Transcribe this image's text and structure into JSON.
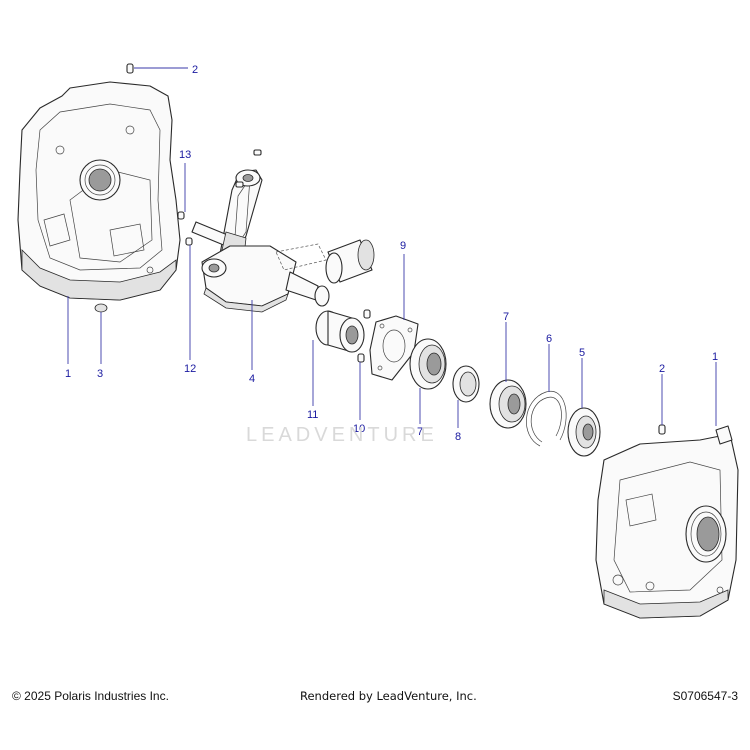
{
  "diagram": {
    "callouts": [
      {
        "id": "c2-top",
        "label": "2"
      },
      {
        "id": "c13",
        "label": "13"
      },
      {
        "id": "c1-left",
        "label": "1"
      },
      {
        "id": "c3",
        "label": "3"
      },
      {
        "id": "c12",
        "label": "12"
      },
      {
        "id": "c4",
        "label": "4"
      },
      {
        "id": "c9",
        "label": "9"
      },
      {
        "id": "c11",
        "label": "11"
      },
      {
        "id": "c10",
        "label": "10"
      },
      {
        "id": "c7-top",
        "label": "7"
      },
      {
        "id": "c7-bottom",
        "label": "7"
      },
      {
        "id": "c8",
        "label": "8"
      },
      {
        "id": "c6",
        "label": "6"
      },
      {
        "id": "c5",
        "label": "5"
      },
      {
        "id": "c2-right",
        "label": "2"
      },
      {
        "id": "c1-right",
        "label": "1"
      }
    ],
    "watermark": "LEADVENTURE"
  },
  "footer": {
    "copyright": "© 2025 Polaris Industries Inc.",
    "rendered_by": "Rendered by LeadVenture, Inc.",
    "diagram_ref": "S0706547-3"
  }
}
